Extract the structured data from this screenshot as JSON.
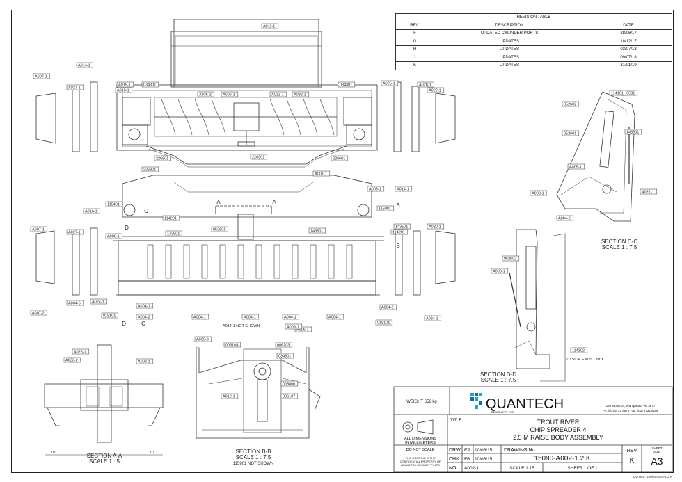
{
  "revision_table": {
    "title": "REVISION TABLE",
    "headers": [
      "REV.",
      "DESCRIPTION",
      "DATE"
    ],
    "rows": [
      {
        "rev": "F",
        "description": "UPDATED CYLINDER PORTS",
        "date": "28/06/17"
      },
      {
        "rev": "G",
        "description": "UPDATES",
        "date": "18/12/17"
      },
      {
        "rev": "H",
        "description": "UPDATES",
        "date": "03/07/18"
      },
      {
        "rev": "J",
        "description": "UPDATES",
        "date": "09/07/18"
      },
      {
        "rev": "K",
        "description": "UPDATES",
        "date": "31/01/19"
      }
    ]
  },
  "callouts": [
    "A011-1",
    "A014-1",
    "A007-1",
    "A027-1",
    "A015-1",
    "A016-1",
    "A035-2",
    "A006-1",
    "A033-1",
    "A032-1",
    "A025-1",
    "A028-1",
    "A022-1",
    "034301",
    "034301",
    "226801",
    "226301",
    "226601",
    "226801",
    "A001-1",
    "A003-1",
    "115401",
    "115901",
    "A016-1",
    "A007-1",
    "A027-1",
    "114201",
    "143501",
    "052601",
    "143501",
    "114201",
    "143501",
    "A020-1",
    "A006-1",
    "A004-1",
    "A007-2",
    "018101",
    "A004-2",
    "A024-1",
    "A004-1",
    "A004-1",
    "A004-1",
    "A006-1",
    "A004-1",
    "A009-1",
    "A004-2",
    "018101",
    "A024-1",
    "A004-6",
    "A009-3",
    "A014-1",
    "143501",
    "114101",
    "A005-1",
    "143501",
    "A003-1",
    "A021-1",
    "A004-2",
    "052602",
    "052601",
    "052602",
    "A003-1",
    "114202",
    "A026-1",
    "A033-2",
    "A003-1",
    "006104",
    "006203",
    "034301",
    "A012-1",
    "005800",
    "006107"
  ],
  "view_labels": {
    "a014_note": "A014-1 NOT SHOWN",
    "outside_note": "OUTSIDE ENDS ONLY",
    "sec_aa": "SECTION A-A",
    "sec_aa_scale": "SCALE 1 : 5",
    "sec_bb": "SECTION B-B",
    "sec_bb_scale": "SCALE 1 : 7.5",
    "sec_bb_note": "115901 NOT SHOWN",
    "sec_cc": "SECTION C-C",
    "sec_cc_scale": "SCALE 1 : 7.5",
    "sec_dd": "SECTION D-D",
    "sec_dd_scale": "SCALE 1 : 7.5",
    "cut_a": "A",
    "cut_b": "B",
    "cut_c": "C",
    "cut_d": "D",
    "dim_07": "07"
  },
  "title_block": {
    "weight": "WEIGHT 656 kg",
    "company": "QUANTECH",
    "company_sub": "DESIGN PTY LTD",
    "address_line1": "156 Muntz St, Wangaratta Vic 3677",
    "address_line2": "Ph: (03) 5721 6673  Fax: (03) 5721 8108",
    "title_label": "TITLE",
    "title_line1": "TROUT RIVER",
    "title_line2": "CHIP SPREADER 4",
    "title_line3": "2.5 M RAISE BODY ASSEMBLY",
    "dims_note_1": "ALL DIMENSIONS",
    "dims_note_2": "IN MILLIMETERS",
    "dims_note_3": "DO NOT SCALE",
    "confidential_1": "THIS DRAWING IS THE",
    "confidential_2": "CONFIDENTIAL PROPERTY OF",
    "confidential_3": "QUANTECH DESIGN PTY LTD",
    "drw_label": "DRW",
    "drw_initials": "EP",
    "drw_date": "10/06/15",
    "chk_label": "CHK",
    "chk_initials": "FB",
    "chk_date": "10/06/15",
    "no_label": "NO.",
    "no_value": "A002-1",
    "drawing_no_label": "DRAWING No.",
    "drawing_no": "15090-A002-1.2 K",
    "scale": "SCALE 1:15",
    "sheet": "SHEET 1 OF 1",
    "rev_label": "REV",
    "rev_value": "K",
    "sheet_size_label_1": "SHEET",
    "sheet_size_label_2": "SIZE",
    "sheet_size": "A3"
  },
  "qref": "QD REF: 15090-A002-1.2 K"
}
